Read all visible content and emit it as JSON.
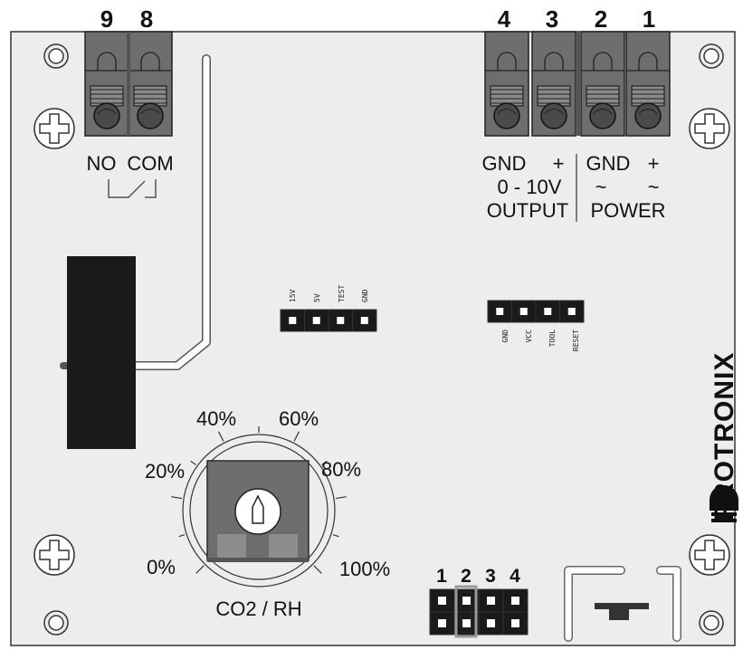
{
  "terminals": {
    "numbers": [
      "9",
      "8",
      "4",
      "3",
      "2",
      "1"
    ]
  },
  "relay": {
    "no_label": "NO",
    "com_label": "COM"
  },
  "output": {
    "gnd_label": "GND",
    "plus_label": "+",
    "range_label": "0 - 10V",
    "title": "OUTPUT"
  },
  "power": {
    "gnd_label": "GND",
    "plus_label": "+",
    "tilde_left": "~",
    "tilde_right": "~",
    "title": "POWER"
  },
  "header_left": {
    "pins": [
      "15V",
      "5V",
      "TEST",
      "GND"
    ]
  },
  "header_right": {
    "pins": [
      "GND",
      "VCC",
      "TOOL",
      "RESET"
    ]
  },
  "dial": {
    "marks": [
      "0%",
      "20%",
      "40%",
      "60%",
      "80%",
      "100%"
    ],
    "caption": "CO2 / RH"
  },
  "jumper": {
    "numbers": [
      "1",
      "2",
      "3",
      "4"
    ]
  },
  "brand": {
    "name": "PROTRONIX"
  },
  "colors": {
    "board": "#ededed",
    "outline": "#333333",
    "terminal": "#6e6e6e",
    "terminal_dark": "#4a4a4a",
    "component_black": "#1a1a1a",
    "potentiometer": "#6d6d6d"
  }
}
